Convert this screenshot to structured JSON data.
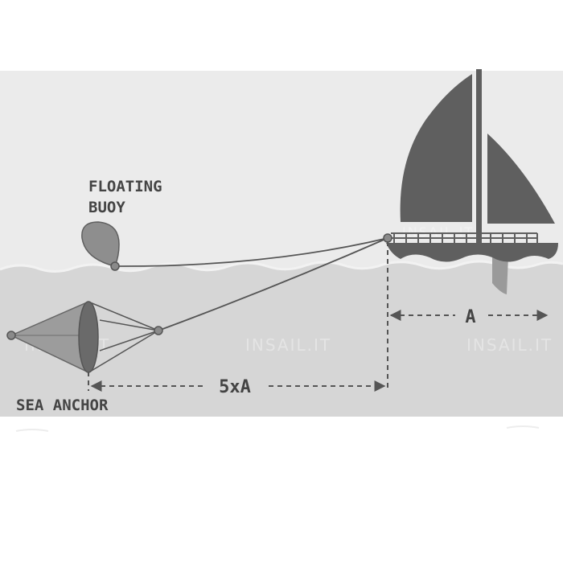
{
  "diagram": {
    "labels": {
      "floating_buoy_line1": "FLOATING",
      "floating_buoy_line2": "BUOY",
      "sea_anchor": "SEA ANCHOR",
      "distance_boat": "A",
      "distance_anchor": "5xA"
    },
    "watermark": "INSAIL.IT",
    "colors": {
      "sky": "#ebebeb",
      "sea": "#d6d6d6",
      "wave_crest": "#f2f2f2",
      "boat": "#5f5f5f",
      "buoy": "#8e8e8e",
      "anchor_cone": "#9c9c9c",
      "anchor_ring": "#6a6a6a",
      "line": "#555555",
      "label": "#444444"
    },
    "icons": [
      "sailboat-icon",
      "buoy-icon",
      "sea-anchor-icon"
    ]
  }
}
